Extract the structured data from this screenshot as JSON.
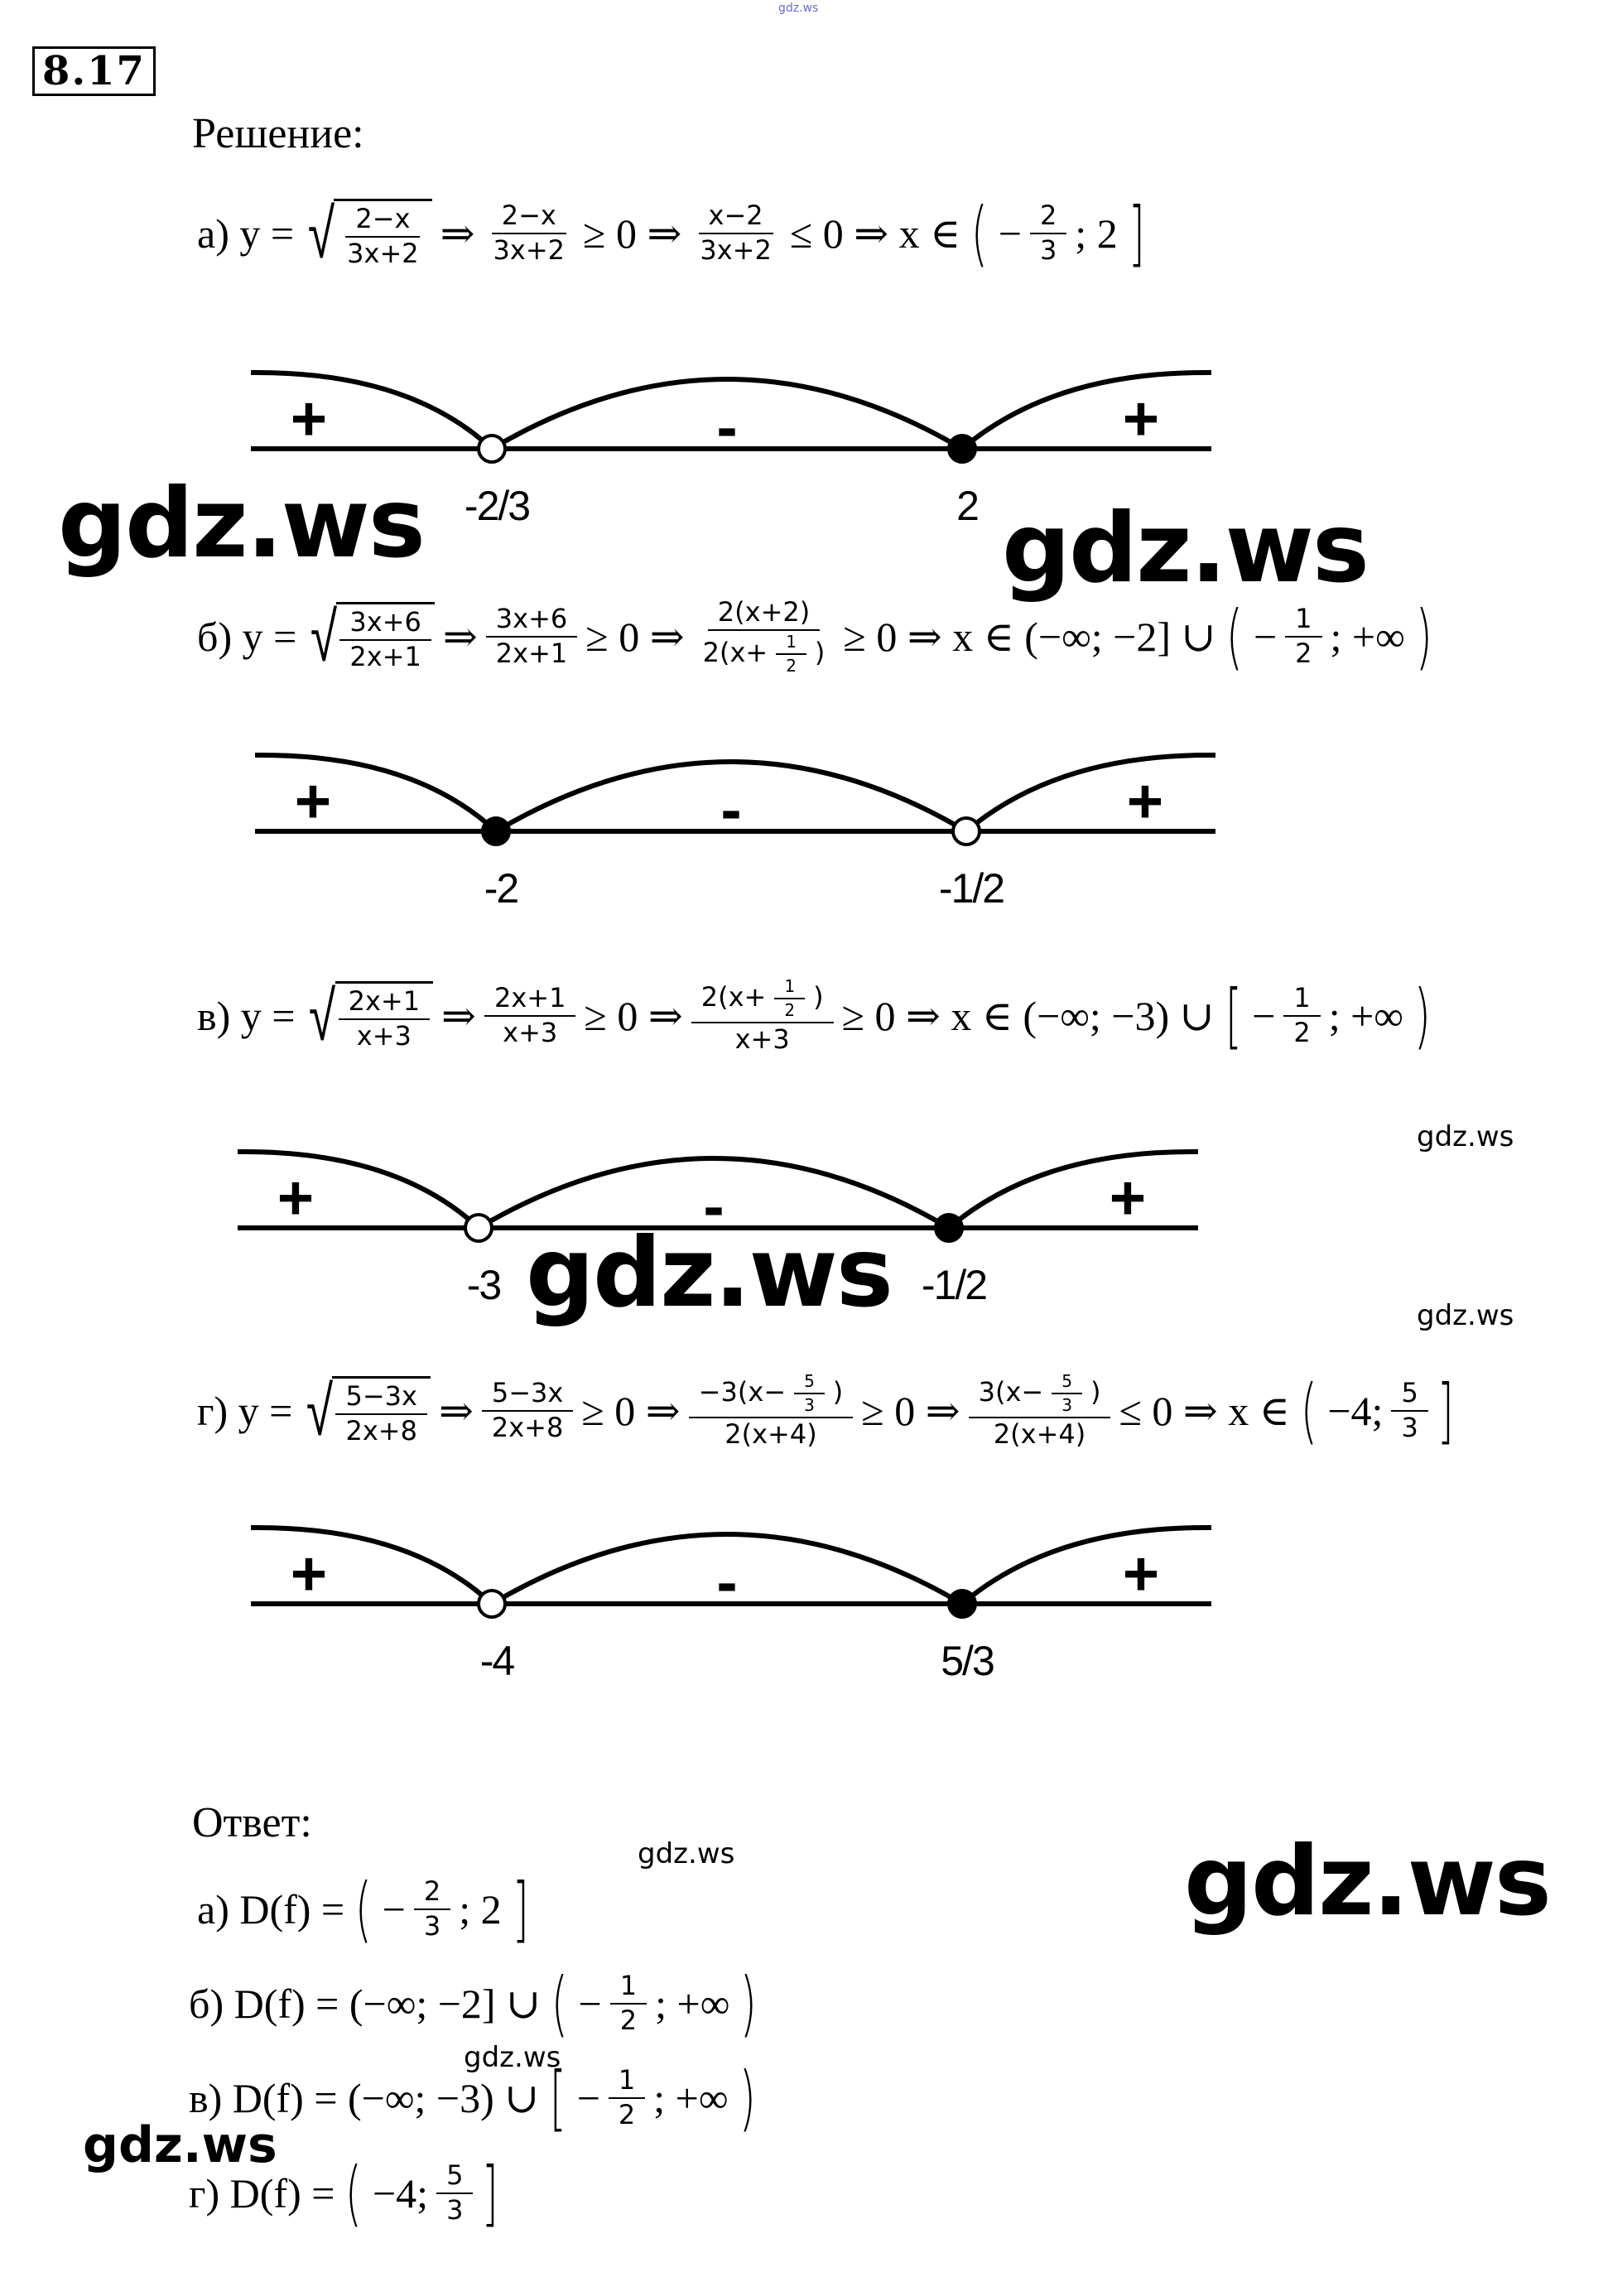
{
  "watermark": "gdz.ws",
  "problem_number": "8.17",
  "solution_heading": "Решение:",
  "answer_heading": "Ответ:",
  "solutions": [
    {
      "tokens": [
        "а) y =",
        {
          "sqrt": {
            "n": [
              "2−x"
            ],
            "d": [
              "3x+2"
            ]
          }
        },
        "⇒",
        {
          "f": {
            "n": [
              "2−x"
            ],
            "d": [
              "3x+2"
            ]
          }
        },
        "≥ 0 ⇒",
        {
          "f": {
            "n": [
              "x−2"
            ],
            "d": [
              "3x+2"
            ]
          }
        },
        "≤ 0 ⇒ x ∈",
        {
          "big": "("
        },
        "−",
        {
          "f": {
            "n": [
              "2"
            ],
            "d": [
              "3"
            ]
          }
        },
        "; 2",
        {
          "big": "]"
        }
      ]
    },
    {
      "tokens": [
        "б) y =",
        {
          "sqrt": {
            "n": [
              "3x+6"
            ],
            "d": [
              "2x+1"
            ]
          }
        },
        "⇒",
        {
          "f": {
            "n": [
              "3x+6"
            ],
            "d": [
              "2x+1"
            ]
          }
        },
        "≥ 0 ⇒",
        {
          "f": {
            "n": [
              "2(x+2)"
            ],
            "d": [
              "2(x+",
              {
                "f": {
                  "n": [
                    "1"
                  ],
                  "d": [
                    "2"
                  ]
                }
              },
              ")"
            ]
          }
        },
        "≥ 0 ⇒ x ∈ (−∞; −2] ∪",
        {
          "big": "("
        },
        "−",
        {
          "f": {
            "n": [
              "1"
            ],
            "d": [
              "2"
            ]
          }
        },
        "; +∞",
        {
          "big": ")"
        }
      ]
    },
    {
      "tokens": [
        "в)  y =",
        {
          "sqrt": {
            "n": [
              "2x+1"
            ],
            "d": [
              "x+3"
            ]
          }
        },
        "⇒",
        {
          "f": {
            "n": [
              "2x+1"
            ],
            "d": [
              "x+3"
            ]
          }
        },
        "≥ 0 ⇒",
        {
          "f": {
            "n": [
              "2(x+",
              {
                "f": {
                  "n": [
                    "1"
                  ],
                  "d": [
                    "2"
                  ]
                }
              },
              ")"
            ],
            "d": [
              "x+3"
            ]
          }
        },
        "≥ 0 ⇒ x ∈ (−∞; −3) ∪",
        {
          "big": "["
        },
        "−",
        {
          "f": {
            "n": [
              "1"
            ],
            "d": [
              "2"
            ]
          }
        },
        "; +∞",
        {
          "big": ")"
        }
      ]
    },
    {
      "tokens": [
        "г) y =",
        {
          "sqrt": {
            "n": [
              "5−3x"
            ],
            "d": [
              "2x+8"
            ]
          }
        },
        "⇒",
        {
          "f": {
            "n": [
              "5−3x"
            ],
            "d": [
              "2x+8"
            ]
          }
        },
        "≥ 0 ⇒",
        {
          "f": {
            "n": [
              "−3(x−",
              {
                "f": {
                  "n": [
                    "5"
                  ],
                  "d": [
                    "3"
                  ]
                }
              },
              ")"
            ],
            "d": [
              "2(x+4)"
            ]
          }
        },
        "≥ 0 ⇒",
        {
          "f": {
            "n": [
              "3(x−",
              {
                "f": {
                  "n": [
                    "5"
                  ],
                  "d": [
                    "3"
                  ]
                }
              },
              ")"
            ],
            "d": [
              "2(x+4)"
            ]
          }
        },
        "≤ 0 ⇒ x ∈",
        {
          "big": "("
        },
        "−4;",
        {
          "f": {
            "n": [
              "5"
            ],
            "d": [
              "3"
            ]
          }
        },
        {
          "big": "]"
        }
      ]
    }
  ],
  "number_lines": [
    {
      "signs": [
        "+",
        "-",
        "+"
      ],
      "points": [
        {
          "label": "-2/3",
          "filled": false
        },
        {
          "label": "2",
          "filled": true
        }
      ]
    },
    {
      "signs": [
        "+",
        "-",
        "+"
      ],
      "points": [
        {
          "label": "-2",
          "filled": true
        },
        {
          "label": "-1/2",
          "filled": false
        }
      ]
    },
    {
      "signs": [
        "+",
        "-",
        "+"
      ],
      "points": [
        {
          "label": "-3",
          "filled": false
        },
        {
          "label": "-1/2",
          "filled": true
        }
      ]
    },
    {
      "signs": [
        "+",
        "-",
        "+"
      ],
      "points": [
        {
          "label": "-4",
          "filled": false
        },
        {
          "label": "5/3",
          "filled": true
        }
      ]
    }
  ],
  "answers": [
    {
      "tokens": [
        "а) D(f) =",
        {
          "big": "("
        },
        "−",
        {
          "f": {
            "n": [
              "2"
            ],
            "d": [
              "3"
            ]
          }
        },
        "; 2",
        {
          "big": "]"
        }
      ]
    },
    {
      "tokens": [
        "б) D(f) = (−∞; −2] ∪",
        {
          "big": "("
        },
        "−",
        {
          "f": {
            "n": [
              "1"
            ],
            "d": [
              "2"
            ]
          }
        },
        "; +∞",
        {
          "big": ")"
        }
      ]
    },
    {
      "tokens": [
        "в) D(f) = (−∞; −3) ∪",
        {
          "big": "["
        },
        "−",
        {
          "f": {
            "n": [
              "1"
            ],
            "d": [
              "2"
            ]
          }
        },
        "; +∞",
        {
          "big": ")"
        }
      ]
    },
    {
      "tokens": [
        "г) D(f) =",
        {
          "big": "("
        },
        "−4;",
        {
          "f": {
            "n": [
              "5"
            ],
            "d": [
              "3"
            ]
          }
        },
        {
          "big": "]"
        }
      ]
    }
  ]
}
